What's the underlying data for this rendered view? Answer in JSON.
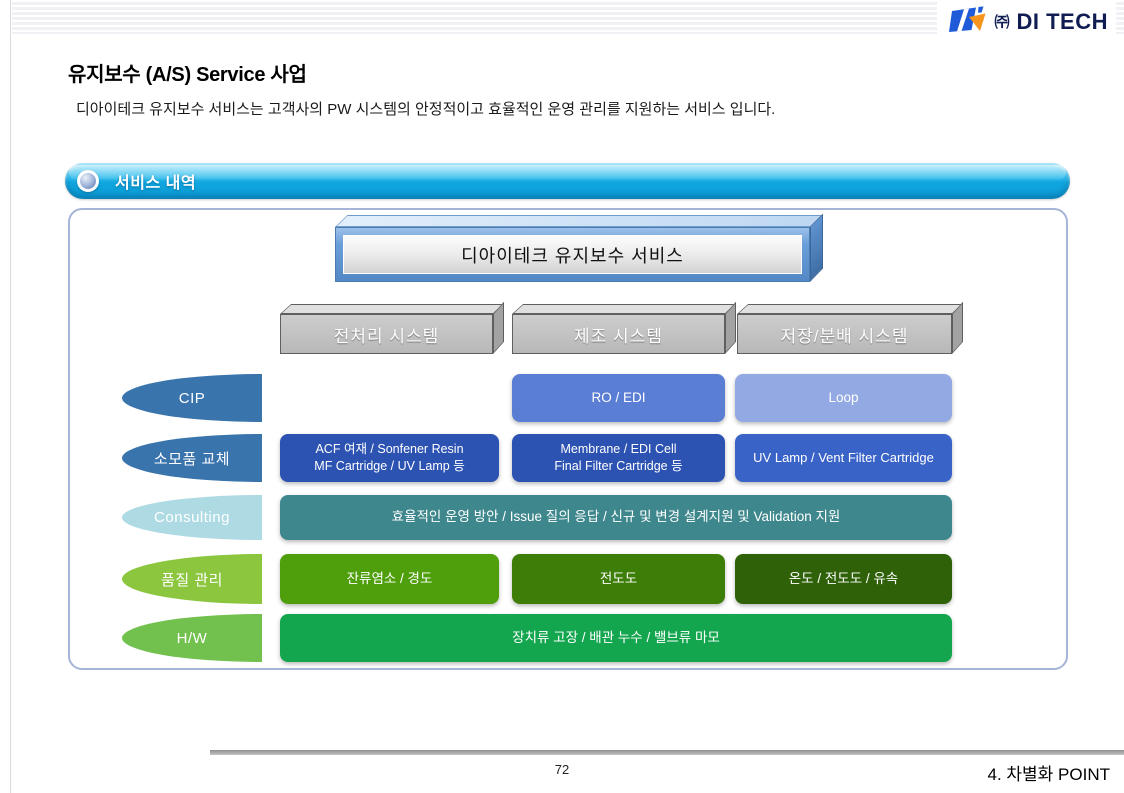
{
  "logo": {
    "company_prefix": "㈜",
    "company_name": "DI TECH"
  },
  "header": {
    "title": "유지보수 (A/S)  Service 사업",
    "subtitle": "디아이테크 유지보수 서비스는 고객사의 PW 시스템의 안정적이고 효율적인 운영 관리를 지원하는 서비스 입니다."
  },
  "banner": {
    "label": "서비스 내역"
  },
  "diagram": {
    "root_box": "디아이테크 유지보수 서비스",
    "columns": [
      "전처리 시스템",
      "제조 시스템",
      "저장/분배 시스템"
    ],
    "rows": [
      {
        "label": "CIP",
        "cells": [
          {
            "text": "RO / EDI"
          },
          {
            "text": "Loop"
          }
        ]
      },
      {
        "label": "소모품 교체",
        "cells": [
          {
            "line1": "ACF 여재 / Sonfener Resin",
            "line2": "MF Cartridge / UV Lamp 등"
          },
          {
            "line1": "Membrane / EDI Cell",
            "line2": "Final Filter Cartridge 등"
          },
          {
            "text": "UV Lamp / Vent Filter Cartridge"
          }
        ]
      },
      {
        "label": "Consulting",
        "cells": [
          {
            "text": "효율적인 운영 방안 / Issue 질의 응답 / 신규 및 변경 설계지원 및 Validation 지원"
          }
        ]
      },
      {
        "label": "품질 관리",
        "cells": [
          {
            "text": "잔류염소 / 경도"
          },
          {
            "text": "전도도"
          },
          {
            "text": "온도 / 전도도 / 유속"
          }
        ]
      },
      {
        "label": "H/W",
        "cells": [
          {
            "text": "장치류 고장 / 배관 누수 / 밸브류 마모"
          }
        ]
      }
    ]
  },
  "footer": {
    "page_number": "72",
    "section": "4. 차별화 POINT"
  },
  "colors": {
    "banner_blue": "#0fa5de",
    "pill_steel_blue": "#3a74ad",
    "pill_pale_blue": "#aedae3",
    "pill_yellow_green": "#8cc63f",
    "pill_green": "#72c14e",
    "cell_medium_blue": "#5b7ed5",
    "cell_light_blue": "#93a9e3",
    "cell_royal_blue": "#2c52b2",
    "cell_royal_blue_light": "#3a63c8",
    "cell_teal": "#3d878d",
    "cell_green_bright": "#4f9f0d",
    "cell_green_mid": "#3c7e08",
    "cell_green_dark": "#2e6108",
    "cell_emerald": "#13a64f",
    "logo_navy": "#101c52",
    "logo_blue": "#1f5bd8",
    "logo_orange": "#f7941d"
  }
}
